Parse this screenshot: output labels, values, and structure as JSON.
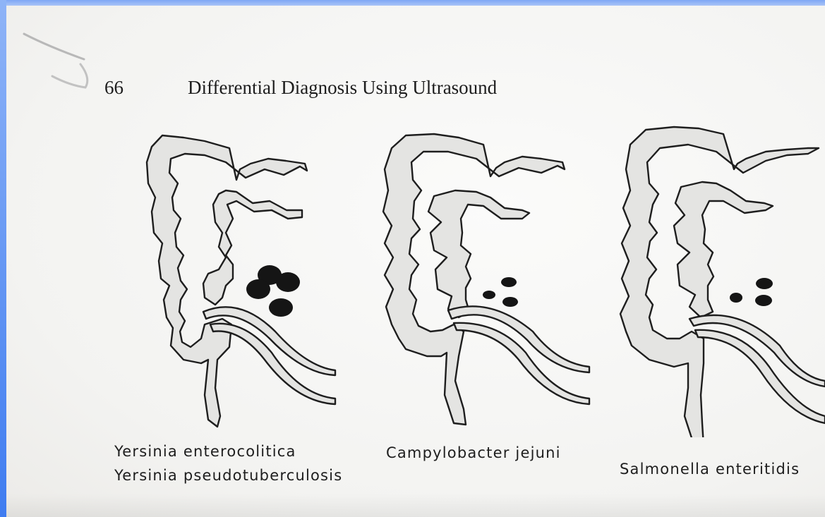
{
  "header": {
    "page_number": "66",
    "title": "Differential Diagnosis Using Ultrasound"
  },
  "figures": [
    {
      "captions": [
        "Yersinia enterocolitica",
        "Yersinia pseudotuberculosis"
      ],
      "lymph_nodes": "large"
    },
    {
      "captions": [
        "Campylobacter jejuni"
      ],
      "lymph_nodes": "small"
    },
    {
      "captions": [
        "Salmonella enteritidis"
      ],
      "lymph_nodes": "small"
    }
  ],
  "colors": {
    "paper": "#f7f7f5",
    "ink": "#1e1e1e",
    "wall_fill": "#e4e4e2",
    "node_fill": "#151515",
    "frame": "#5b8ff2"
  }
}
